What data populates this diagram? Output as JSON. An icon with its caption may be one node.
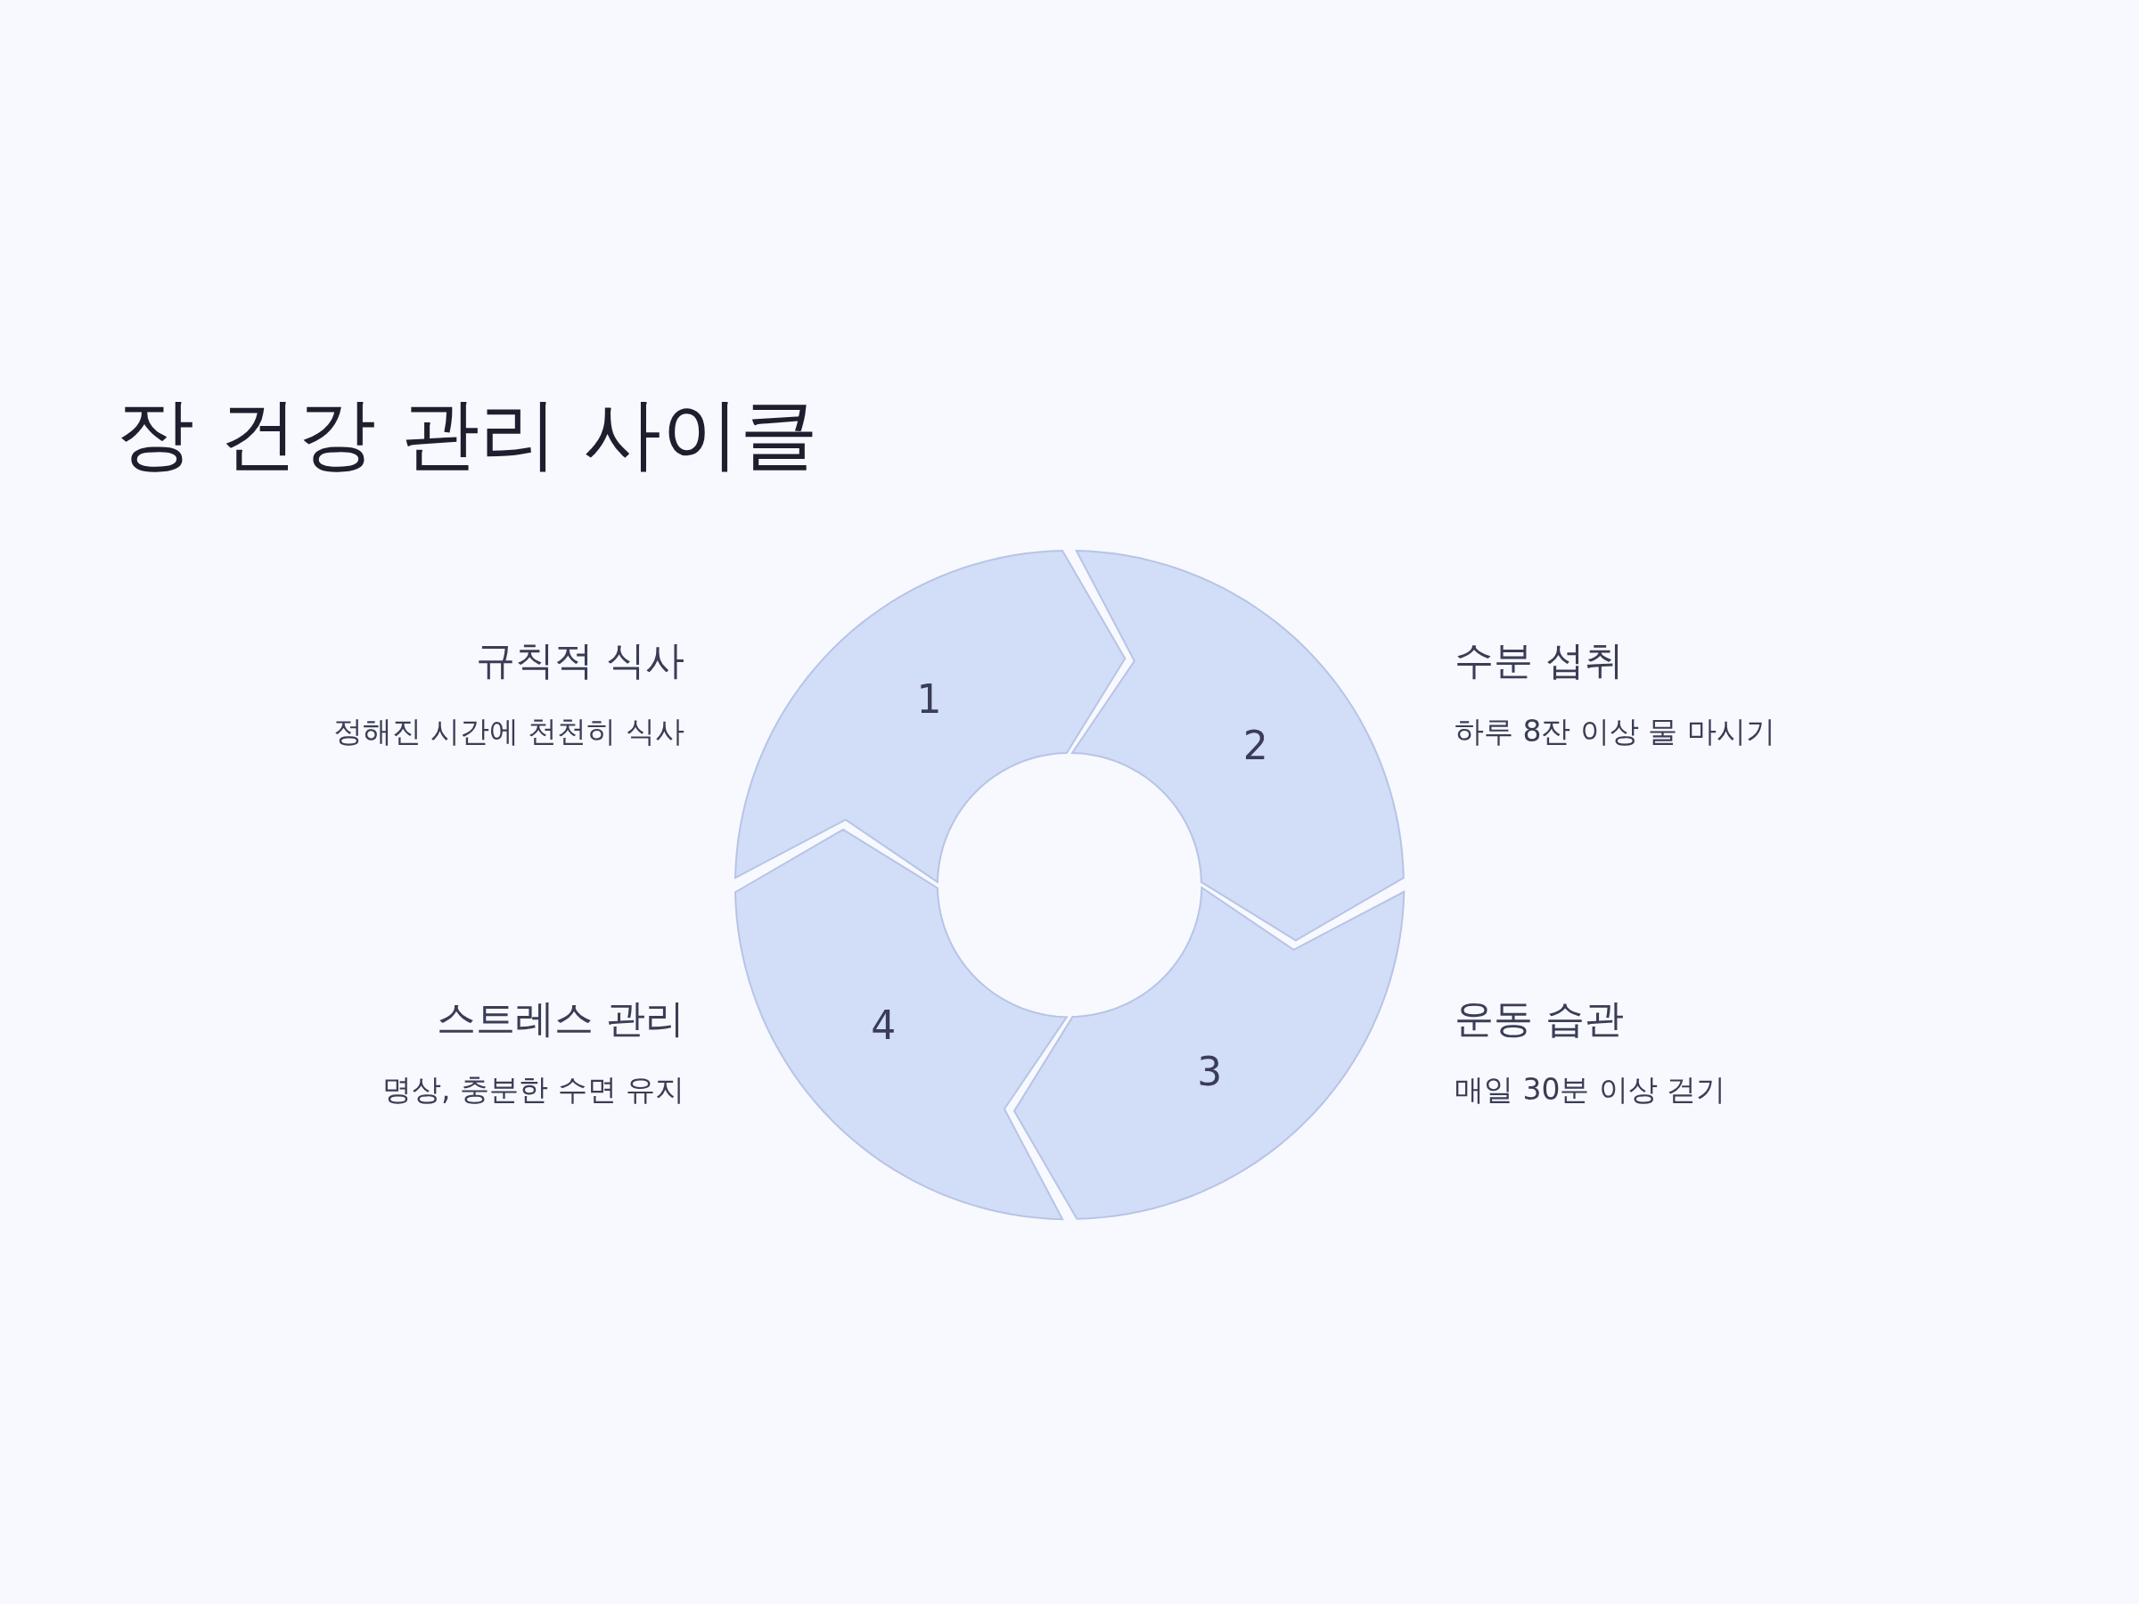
{
  "diagram": {
    "title": "장 건강 관리 사이클",
    "nodes": [
      {
        "text": [
          "1"
        ],
        "beside": [
          "규칙적 식사",
          "정해진 시간에 천천히 식사"
        ]
      },
      {
        "text": [
          "2"
        ],
        "beside": [
          "수분 섭취",
          "하루 8잔 이상 물 마시기"
        ]
      },
      {
        "text": [
          "3"
        ],
        "beside": [
          "운동 습관",
          "매일 30분 이상 걷기"
        ]
      },
      {
        "text": [
          "4"
        ],
        "beside": [
          "스트레스 관리",
          "명상, 충분한 수면 유지"
        ]
      }
    ]
  }
}
